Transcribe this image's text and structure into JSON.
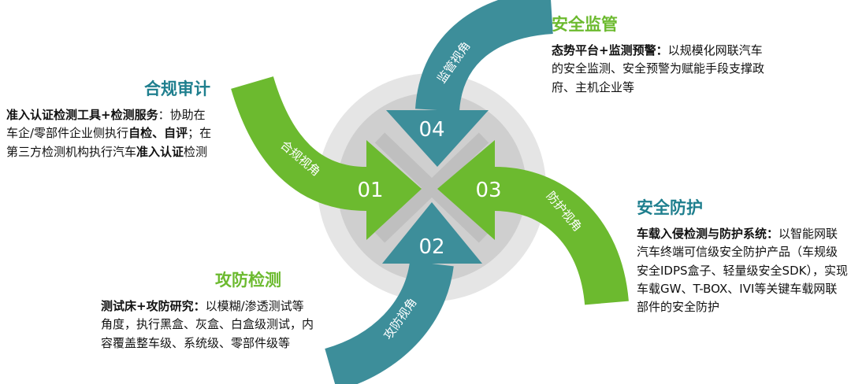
{
  "colors": {
    "teal": "#3d8e9a",
    "green": "#6cba2f",
    "title_teal": "#1f7f8e",
    "title_green": "#6cba2f"
  },
  "arrows": [
    {
      "num": "01",
      "label": "合规视角",
      "color": "green"
    },
    {
      "num": "02",
      "label": "攻防视角",
      "color": "teal"
    },
    {
      "num": "03",
      "label": "防护视角",
      "color": "green"
    },
    {
      "num": "04",
      "label": "监管视角",
      "color": "teal"
    }
  ],
  "blocks": {
    "compliance": {
      "title": "合规审计",
      "p1": "准入认证检测工具+检测服务",
      "p2": "：协助在车企/零部件企业侧执行",
      "p3": "自检、自评",
      "p4": "；在第三方检测机构执行汽车",
      "p5": "准入认证",
      "p6": "检测"
    },
    "supervision": {
      "title": "安全监管",
      "p1": "态势平台+监测预警：",
      "p2": "以规模化网联汽车的安全监测、安全预警为赋能手段支撑政府、主机企业等"
    },
    "protection": {
      "title": "安全防护",
      "p1": "车载入侵检测与防护系统：",
      "p2": "以智能网联汽车终端可信级安全防护产品（车规级安全IDPS盒子、轻量级安全SDK），实现车载GW、T-BOX、IVI等关键车载网联部件的安全防护"
    },
    "attack": {
      "title": "攻防检测",
      "p1": "测试床+攻防研究：",
      "p2": "以模糊/渗透测试等角度，执行黑盒、灰盒、白盒级测试，内容覆盖整车级、系统级、零部件级等"
    }
  }
}
